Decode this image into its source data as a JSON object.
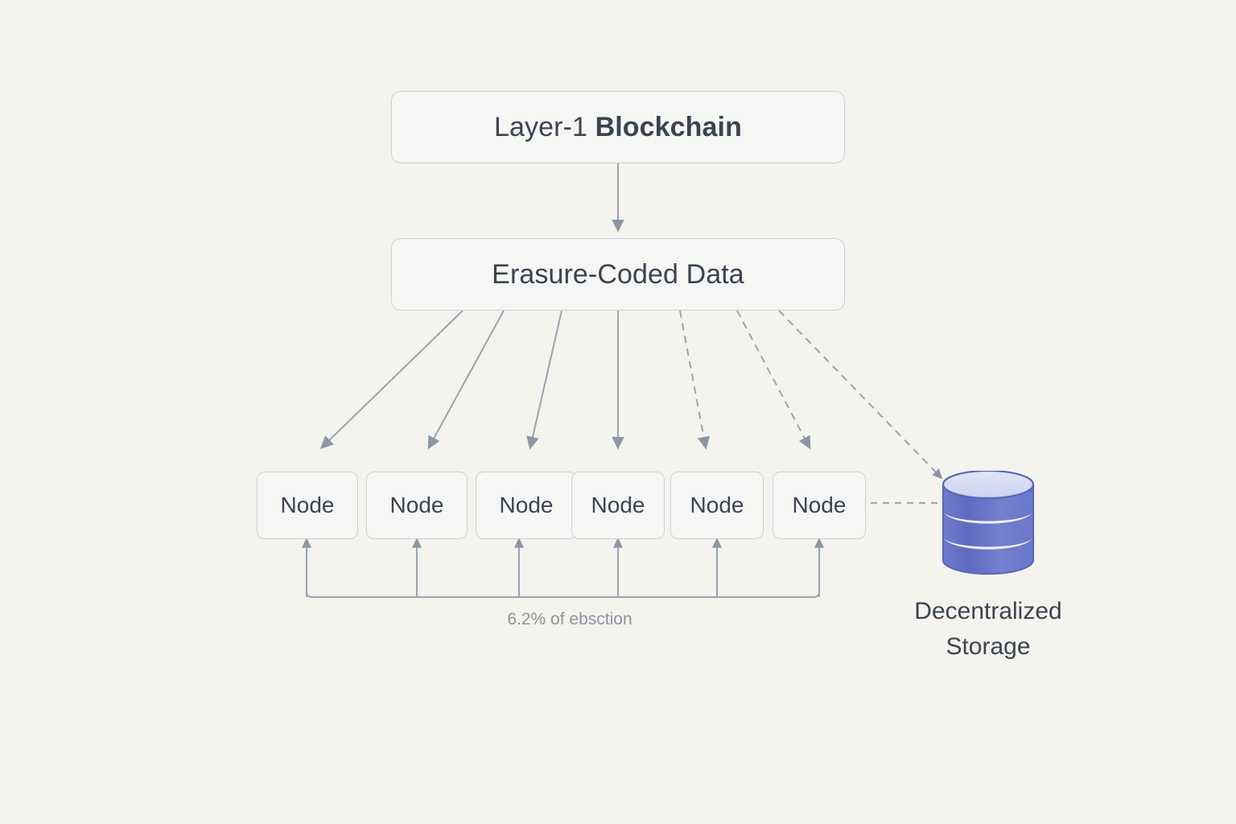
{
  "diagram": {
    "title": "Layer-1 Blockchain erasure-coded data distribution",
    "background_color": "#f4f3ee",
    "box_fill_color": "#f6f6f5",
    "box_border_color": "#ccd0da",
    "text_color": "#3b4450",
    "muted_text_color": "#8e939c",
    "connector_color": "#9aa3b0",
    "accent_color": "#6370c8"
  },
  "top_box": {
    "label_plain": "Layer-1 ",
    "label_strong": "Blockchain",
    "label_full": "Layer-1 Blockchain"
  },
  "middle_box": {
    "label": "Erasure-Coded Data"
  },
  "nodes": [
    {
      "label": "Node"
    },
    {
      "label": "Node"
    },
    {
      "label": "Node"
    },
    {
      "label": "Node"
    },
    {
      "label": "Node"
    },
    {
      "label": "Node"
    }
  ],
  "caption": {
    "text": "6.2% of ebsction"
  },
  "storage": {
    "label_line1": "Decentralized",
    "label_line2": "Storage",
    "icon": "database-cylinder-icon",
    "top_color": "#d6dbf3",
    "body_color_light": "#7b87d4",
    "body_color_dark": "#5b68bd",
    "stripe_color": "#eceffb"
  },
  "connectors": {
    "blockchain_to_erasure": {
      "style": "solid",
      "arrow": true
    },
    "erasure_to_nodes": [
      {
        "target": "Node 1",
        "style": "solid",
        "arrow": true
      },
      {
        "target": "Node 2",
        "style": "solid",
        "arrow": true
      },
      {
        "target": "Node 3",
        "style": "solid",
        "arrow": true
      },
      {
        "target": "Node 4",
        "style": "solid",
        "arrow": true
      },
      {
        "target": "Node 5",
        "style": "dashed",
        "arrow": true
      },
      {
        "target": "Node 6",
        "style": "dashed",
        "arrow": true
      }
    ],
    "erasure_to_storage": {
      "style": "dashed",
      "arrow": true
    },
    "node6_to_storage": {
      "style": "dashed",
      "arrow": false
    },
    "feedback_bus": {
      "style": "solid",
      "arrow": true,
      "arrow_count": 6
    }
  }
}
